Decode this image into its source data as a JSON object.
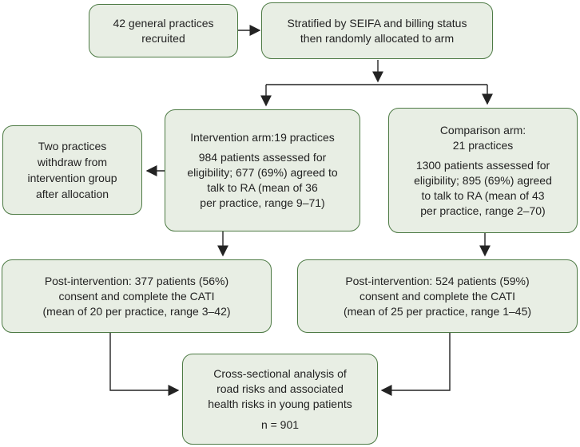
{
  "diagram": {
    "colors": {
      "box_fill": "#e8eee4",
      "box_border": "#4d7a44",
      "arrow": "#232323",
      "text": "#232323",
      "background": "#ffffff"
    }
  },
  "boxes": {
    "recruited": {
      "lines": [
        "42 general practices",
        "recruited"
      ]
    },
    "stratified": {
      "lines": [
        "Stratified by SEIFA and billing status",
        "then randomly allocated to arm"
      ]
    },
    "withdraw": {
      "lines": [
        "Two practices",
        "withdraw from",
        "intervention group",
        "after allocation"
      ]
    },
    "intervention": {
      "heading": "Intervention arm:19 practices",
      "body": [
        "984 patients assessed for",
        "eligibility; 677 (69%) agreed to",
        "talk to RA (mean of 36",
        "per practice, range 9–71)"
      ]
    },
    "comparison": {
      "heading_lines": [
        "Comparison arm:",
        "21 practices"
      ],
      "body": [
        "1300 patients assessed for",
        "eligibility; 895 (69%) agreed",
        "to talk to RA (mean of 43",
        "per practice, range 2–70)"
      ]
    },
    "post_intervention_left": {
      "lines": [
        "Post-intervention: 377 patients (56%)",
        "consent and complete the CATI",
        "(mean of 20 per practice, range 3–42)"
      ]
    },
    "post_intervention_right": {
      "lines": [
        "Post-intervention: 524 patients (59%)",
        "consent and complete the CATI",
        "(mean of 25 per practice, range 1–45)"
      ]
    },
    "analysis": {
      "lines": [
        "Cross-sectional analysis of",
        "road risks and associated",
        "health risks in young patients"
      ],
      "n_label": "n = 901"
    }
  }
}
